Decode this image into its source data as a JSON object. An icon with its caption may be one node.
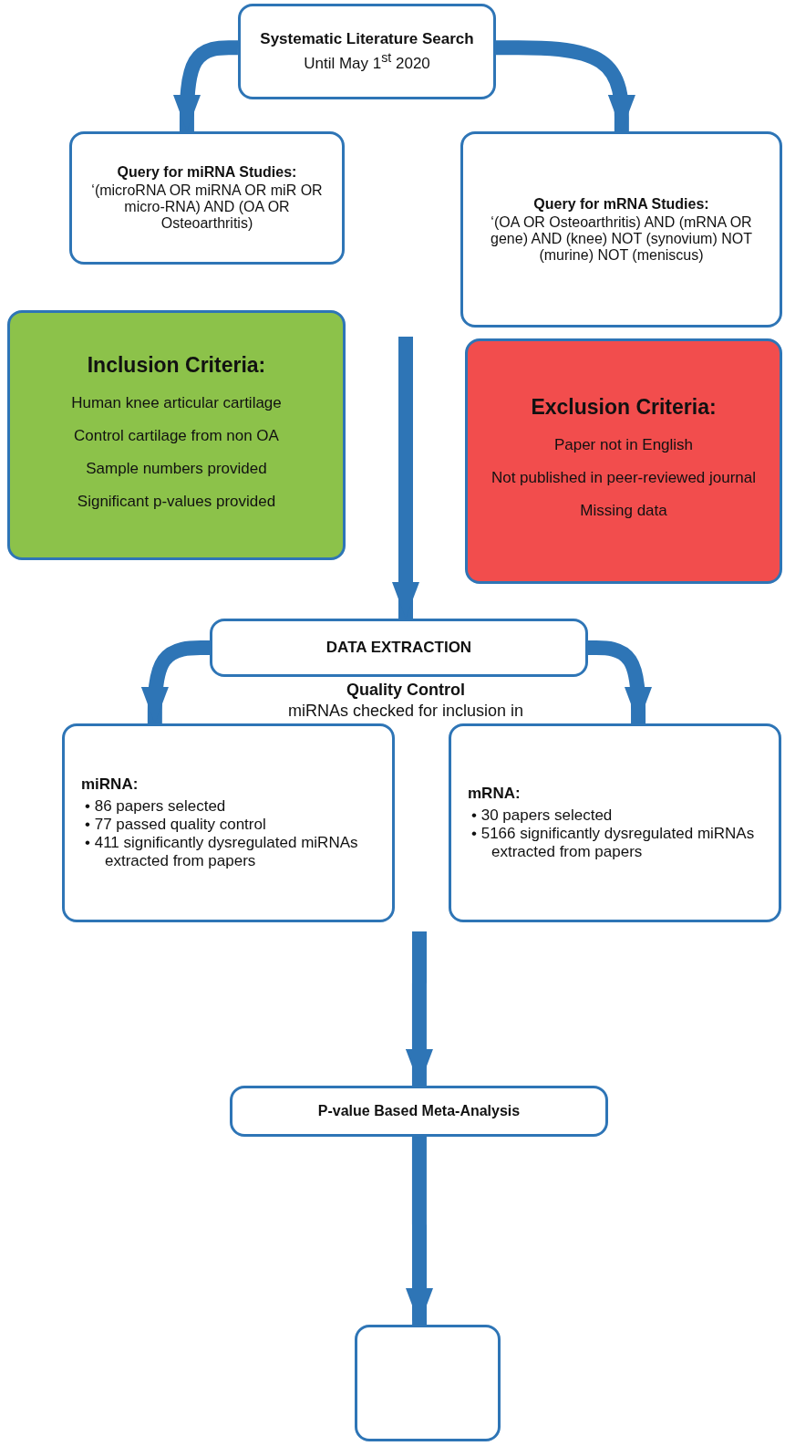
{
  "diagram": {
    "nodes": [
      {
        "text": [
          "Systematic Literature Search",
          "Until May 1$^{st}$ 2020"
        ]
      },
      {
        "text": [
          "Query for miRNA Studies:",
          "‘(microRNA OR miRNA OR miR OR micro-RNA) AND (OA OR Osteoarthritis)"
        ]
      },
      {
        "text": [
          "Query for mRNA Studies:",
          "‘(OA OR Osteoarthritis) AND (mRNA OR gene) AND (knee) NOT (synovium) NOT (murine) NOT (meniscus)"
        ]
      },
      {
        "text": [
          "Inclusion Criteria:",
          "Human knee articular cartilage",
          "Control cartilage from non OA",
          "Sample numbers provided",
          "Significant p-values provided"
        ]
      },
      {
        "text": [
          "Exclusion Criteria:",
          "Paper not in English",
          "Not published in peer-reviewed journal",
          "Missing data"
        ]
      },
      {
        "text": [
          "DATA EXTRACTION"
        ]
      },
      {
        "text": [
          "miRNA:",
          "• 86 papers selected",
          "• 77 passed quality control",
          "• 411 significantly dysregulated miRNAs extracted from papers"
        ]
      },
      {
        "text": [
          "mRNA:",
          "• 30 papers selected",
          "• 5166 significantly dysregulated miRNAs extracted from papers"
        ]
      },
      {
        "text": [
          "P-value Based Meta-Analysis"
        ]
      },
      {
        "text": [],
        "shape": "box"
      }
    ],
    "edges": [
      {
        "from": 0,
        "to": 1,
        "arrow": "to"
      },
      {
        "from": 0,
        "to": 2,
        "arrow": "to"
      },
      {
        "from": null,
        "to": 5,
        "arrow": "to"
      },
      {
        "from": 5,
        "to": 6,
        "arrow": "to"
      },
      {
        "from": 5,
        "to": 7,
        "arrow": "to"
      },
      {
        "from": null,
        "to": 8,
        "arrow": "to"
      },
      {
        "from": 8,
        "to": 9,
        "arrow": "to"
      }
    ],
    "labels": [
      "Quality Control",
      "miRNAs checked for inclusion in"
    ]
  }
}
